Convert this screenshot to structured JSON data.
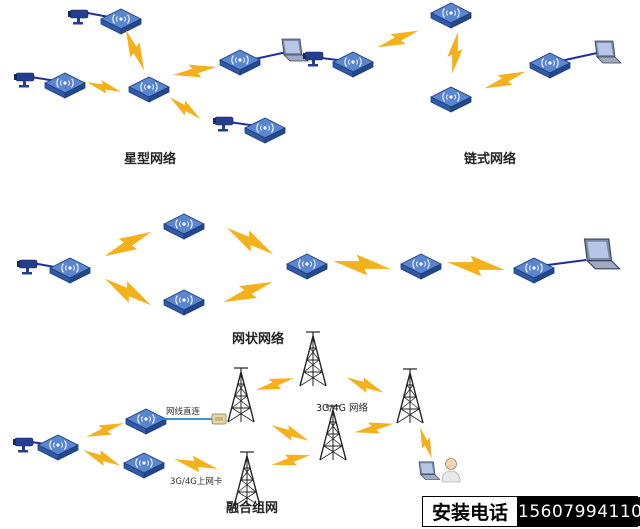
{
  "captions": {
    "star": "星型网络",
    "chain": "链式网络",
    "mesh": "网状网络",
    "fusion": "融合组网"
  },
  "fusion_labels": {
    "cable": "网线直连",
    "net_card": "3G/4G上网卡",
    "network": "3G/4G 网络"
  },
  "contact": {
    "label": "安装电话",
    "phone": "15607994110"
  },
  "colors": {
    "device_body": "#2f5aa8",
    "device_top": "#5a86cf",
    "lightning": "#f5b11b",
    "cable": "#1f2fa0",
    "camera": "#253f8f"
  }
}
